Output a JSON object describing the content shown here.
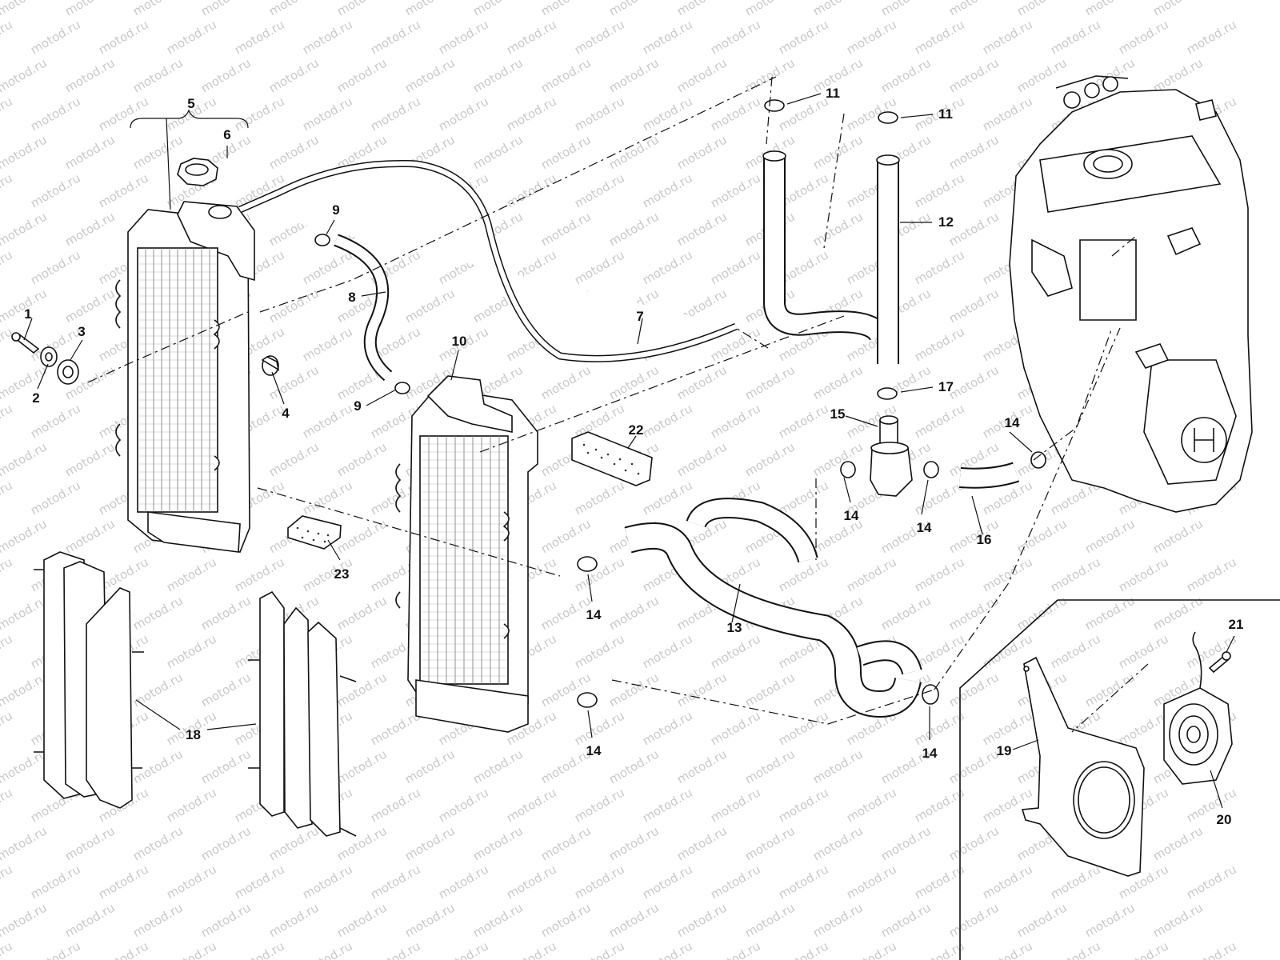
{
  "watermark": "motod.ru",
  "callouts": [
    "1",
    "2",
    "3",
    "4",
    "5",
    "6",
    "7",
    "8",
    "9",
    "9",
    "10",
    "11",
    "11",
    "12",
    "13",
    "14",
    "14",
    "14",
    "14",
    "14",
    "14",
    "15",
    "16",
    "17",
    "18",
    "18",
    "19",
    "20",
    "21",
    "22",
    "23"
  ]
}
